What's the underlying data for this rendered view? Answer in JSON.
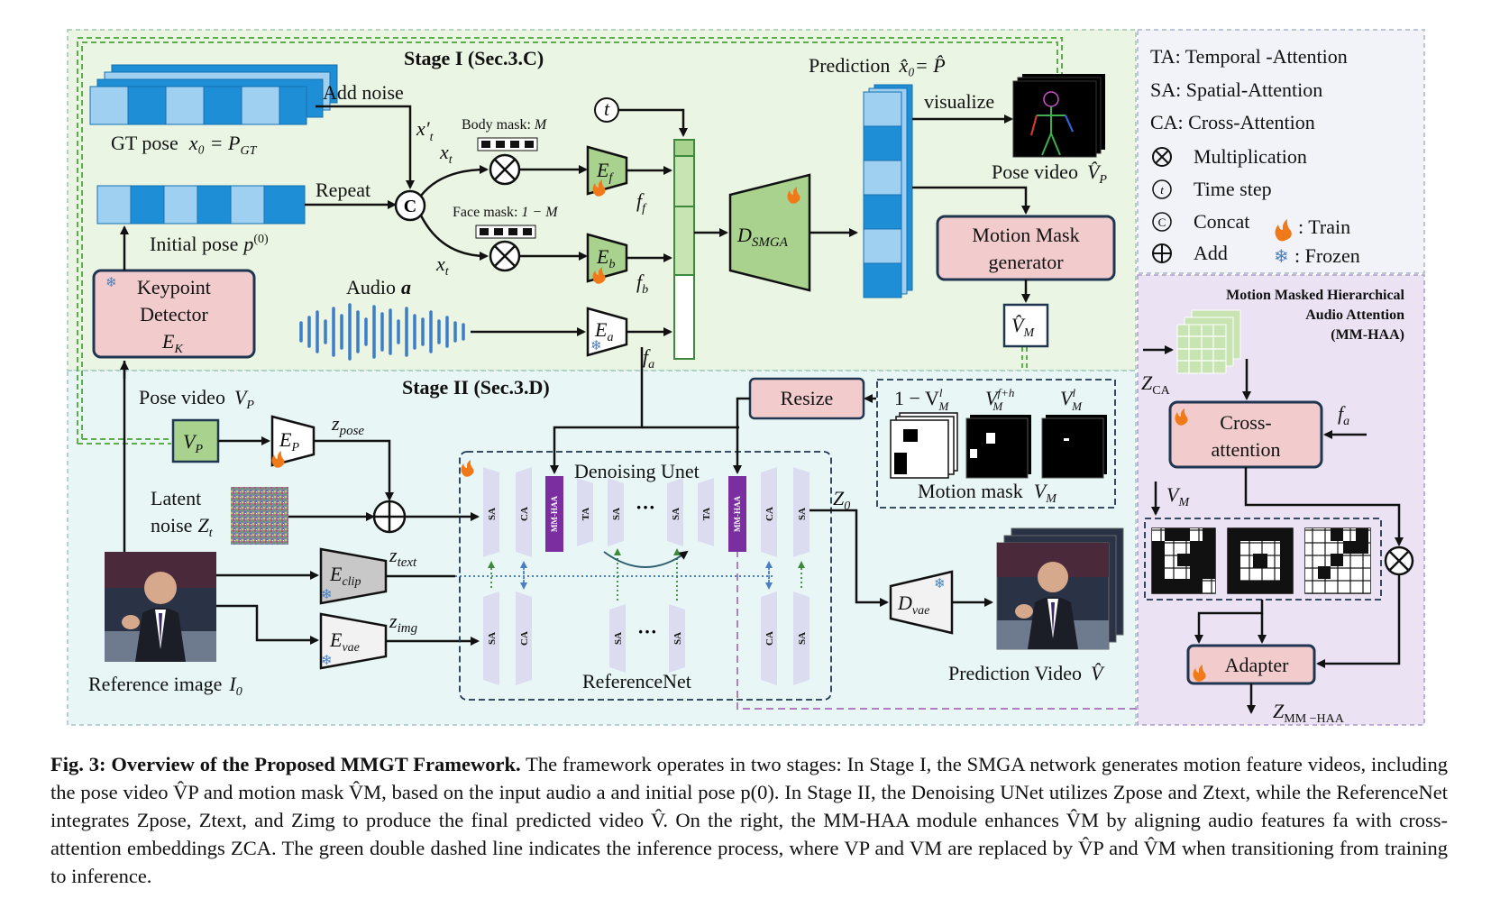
{
  "stage1": {
    "title": "Stage I (Sec.3.C)",
    "gt_pose": "GT pose",
    "gt_eq": "x₀ = P",
    "gt_sub": "GT",
    "add_noise": "Add noise",
    "xt_prime": "x′",
    "xt_prime_sub": "t",
    "repeat": "Repeat",
    "concat_symbol": "C",
    "initial_pose": "Initial pose",
    "initial_pose_sup": "(0)",
    "p_letter": "p",
    "xt": "x",
    "xt_sub": "t",
    "body_mask": "Body mask:",
    "body_mask_var": "M",
    "face_mask": "Face mask:",
    "face_mask_var": "1 − M",
    "t_symbol": "t",
    "ef": "E",
    "ef_sub": "f",
    "eb": "E",
    "eb_sub": "b",
    "ea": "E",
    "ea_sub": "a",
    "ff": "f",
    "ff_sub": "f",
    "fb": "f",
    "fb_sub": "b",
    "fa": "f",
    "fa_sub": "a",
    "dsmga": "D",
    "dsmga_sub": "SMGA",
    "prediction": "Prediction",
    "prediction_eq": "x̂₀= P̂",
    "visualize": "visualize",
    "pose_video": "Pose video",
    "pose_video_var": "V̂",
    "pose_video_sub": "P",
    "mmg_line1": "Motion Mask",
    "mmg_line2": "generator",
    "vm_hat": "V̂",
    "vm_hat_sub": "M",
    "audio": "Audio",
    "audio_var": "a",
    "keypoint_line1": "Keypoint",
    "keypoint_line2": "Detector",
    "keypoint_var": "E",
    "keypoint_sub": "K"
  },
  "legend": {
    "ta": "TA: Temporal -Attention",
    "sa": "SA: Spatial-Attention",
    "ca": "CA: Cross-Attention",
    "mult": "Multiplication",
    "timestep": "Time step",
    "concat": "Concat",
    "add": "Add",
    "train": ": Train",
    "frozen": ": Frozen"
  },
  "stage2": {
    "title": "Stage II (Sec.3.D)",
    "pose_video": "Pose video",
    "pose_video_var": "V",
    "pose_video_sub": "P",
    "vp": "V",
    "vp_sub": "P",
    "ep": "E",
    "ep_sub": "P",
    "zpose": "z",
    "zpose_sub": "pose",
    "latent": "Latent",
    "noise": "noise",
    "zt": "Z",
    "zt_sub": "t",
    "eclip": "E",
    "eclip_sub": "clip",
    "evae": "E",
    "evae_sub": "vae",
    "ztext": "z",
    "ztext_sub": "text",
    "zimg": "z",
    "zimg_sub": "img",
    "reference_image": "Reference image",
    "ref_var": "I",
    "ref_sub": "0",
    "resize": "Resize",
    "denoising_unet": "Denoising Unet",
    "referencenet": "ReferenceNet",
    "unet_blocks": [
      "SA",
      "CA",
      "MM-HAA",
      "TA",
      "SA",
      "···",
      "SA",
      "TA",
      "MM-HAA",
      "CA",
      "SA"
    ],
    "ref_blocks": [
      "SA",
      "CA",
      "SA",
      "···",
      "SA",
      "CA",
      "SA"
    ],
    "z0": "Z",
    "z0_sub": "0",
    "dvae": "D",
    "dvae_sub": "vae",
    "prediction_video": "Prediction Video",
    "prediction_video_var": "V̂",
    "motion_mask": "Motion mask",
    "motion_mask_var": "V",
    "motion_mask_sub": "M",
    "mask_label_1": "1 − V",
    "mask_label_1_sup": "l",
    "mask_label_1_sub": "M",
    "mask_label_2": "V",
    "mask_label_2_sup": "f+h",
    "mask_label_2_sub": "M",
    "mask_label_3": "V",
    "mask_label_3_sup": "l",
    "mask_label_3_sub": "M"
  },
  "mmhaa": {
    "title_line1": "Motion Masked Hierarchical",
    "title_line2": "Audio Attention",
    "title_line3": "(MM-HAA)",
    "zca": "Z",
    "zca_sub": "CA",
    "cross_line1": "Cross-",
    "cross_line2": "attention",
    "fa": "f",
    "fa_sub": "a",
    "vm": "V",
    "vm_sub": "M",
    "adapter": "Adapter",
    "zout": "Z",
    "zout_sub": "MM −HAA"
  },
  "caption": {
    "fig_label": "Fig. 3: Overview of the Proposed MMGT Framework.",
    "body": " The framework operates in two stages: In Stage I, the SMGA network generates motion feature videos, including the pose video V̂P and motion mask V̂M, based on the input audio a and initial pose p(0). In Stage II, the Denoising UNet utilizes Zpose and Ztext, while the ReferenceNet integrates Zpose, Ztext, and Zimg to produce the final predicted video V̂. On the right, the MM-HAA module enhances V̂M by aligning audio features fa with cross-attention embeddings ZCA. The green double dashed line indicates the inference process, where VP and VM are replaced by V̂P and V̂M when transitioning from training to inference."
  },
  "colors": {
    "stage1_bg": "#eaf6e3",
    "stage2_bg": "#e8f6f6",
    "mmhaa_bg": "#ebe3f4",
    "legend_bg": "#f1f3f8",
    "pink_box": "#f2cccc",
    "green_box": "#a9d28f",
    "blue_dark": "#1e8fd6",
    "blue_light": "#9fd0f2",
    "purple_block": "#7a2ea0",
    "lavender_block": "#dcdcf0"
  }
}
